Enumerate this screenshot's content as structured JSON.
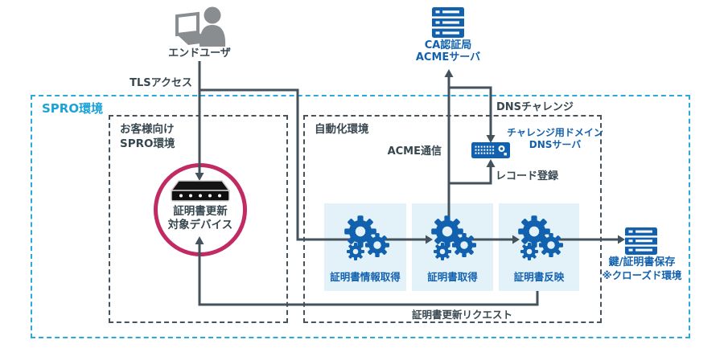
{
  "zones": {
    "spro": {
      "label": "SPRO環境"
    },
    "customer": {
      "label_line1": "お客様向け",
      "label_line2": "SPRO環境"
    },
    "automation": {
      "label": "自動化環境"
    }
  },
  "nodes": {
    "end_user": {
      "label": "エンドユーザ"
    },
    "ca_server": {
      "label_line1": "CA認証局",
      "label_line2": "ACMEサーバ"
    },
    "dns_server": {
      "label_line1": "チャレンジ用ドメイン",
      "label_line2": "DNSサーバ"
    },
    "target_device": {
      "label_line1": "証明書更新",
      "label_line2": "対象デバイス"
    },
    "storage": {
      "label_line1": "鍵/証明書保存",
      "label_line2": "※クローズド環境"
    }
  },
  "process_steps": [
    {
      "label": "証明書情報取得"
    },
    {
      "label": "証明書取得"
    },
    {
      "label": "証明書反映"
    }
  ],
  "edges": {
    "tls_access": "TLSアクセス",
    "dns_challenge": "DNSチャレンジ",
    "acme_comm": "ACME通信",
    "record_register": "レコード登録",
    "cert_update_request": "証明書更新リクエスト"
  },
  "colors": {
    "accent_cyan": "#1ba3d8",
    "primary_blue": "#1261ae",
    "line_slate": "#44525c",
    "text_slate": "#37474f",
    "step_box_bg": "#e3f1f9",
    "device_ring": "#c12a62",
    "user_gray": "#8a8d90"
  }
}
